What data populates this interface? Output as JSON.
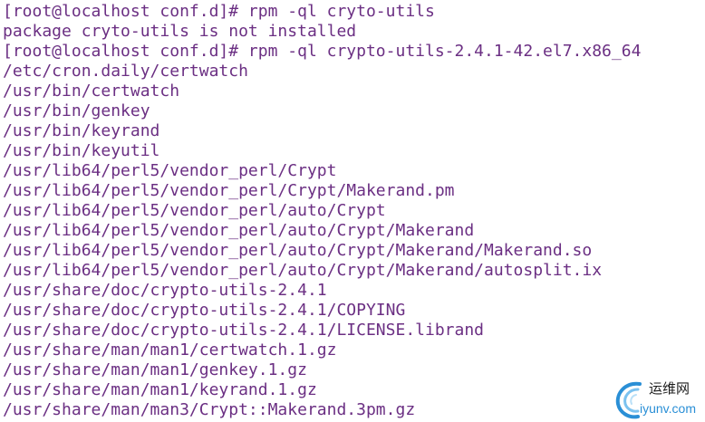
{
  "terminal": {
    "text_color": "#6b2f83",
    "background": "#ffffff",
    "lines": [
      "[root@localhost conf.d]# rpm -ql cryto-utils",
      "package cryto-utils is not installed",
      "[root@localhost conf.d]# rpm -ql crypto-utils-2.4.1-42.el7.x86_64",
      "/etc/cron.daily/certwatch",
      "/usr/bin/certwatch",
      "/usr/bin/genkey",
      "/usr/bin/keyrand",
      "/usr/bin/keyutil",
      "/usr/lib64/perl5/vendor_perl/Crypt",
      "/usr/lib64/perl5/vendor_perl/Crypt/Makerand.pm",
      "/usr/lib64/perl5/vendor_perl/auto/Crypt",
      "/usr/lib64/perl5/vendor_perl/auto/Crypt/Makerand",
      "/usr/lib64/perl5/vendor_perl/auto/Crypt/Makerand/Makerand.so",
      "/usr/lib64/perl5/vendor_perl/auto/Crypt/Makerand/autosplit.ix",
      "/usr/share/doc/crypto-utils-2.4.1",
      "/usr/share/doc/crypto-utils-2.4.1/COPYING",
      "/usr/share/doc/crypto-utils-2.4.1/LICENSE.librand",
      "/usr/share/man/man1/certwatch.1.gz",
      "/usr/share/man/man1/genkey.1.gz",
      "/usr/share/man/man1/keyrand.1.gz",
      "/usr/share/man/man3/Crypt::Makerand.3pm.gz"
    ]
  },
  "watermark": {
    "logo_icon": "swirl-logo-icon",
    "cn_text": "运维网",
    "en_text": "iyunv.com",
    "accent_color": "#2a8fd6"
  }
}
